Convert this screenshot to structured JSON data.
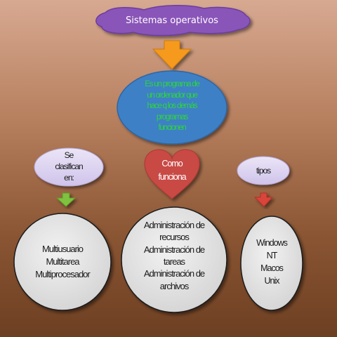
{
  "title": "Sistemas operativos",
  "definition": [
    "Es un programa de",
    "un ordenador que",
    "hace q los demás",
    "programas",
    "funcionen"
  ],
  "left_label": [
    "Se",
    "clasifican",
    "en:"
  ],
  "middle_label": [
    "Como",
    "funciona"
  ],
  "right_label": "tipos",
  "left_content": [
    "Multiusuario",
    "Multitarea",
    "Multiprocesador"
  ],
  "middle_content": [
    "Administración de",
    "recursos",
    "Administración de",
    "tareas",
    "Administración de",
    "archivos"
  ],
  "right_content": [
    "Windows",
    "NT",
    "Macos",
    "Unix"
  ],
  "colors": {
    "cloud_fill": "#8a55b8",
    "main_arrow": "#f59a1f",
    "definition_fill": "#3e80c6",
    "lavender_fill": "#dcd3ef",
    "heart_fill": "#c94a45",
    "green_arrow": "#7fc241",
    "red_arrow": "#d9443b",
    "circle_fill": "#e4e4e4"
  }
}
